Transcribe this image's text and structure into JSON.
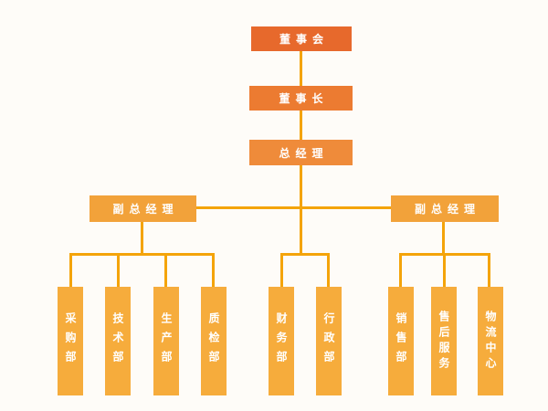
{
  "org_chart": {
    "nodes": {
      "board": "董事会",
      "chairman": "董事长",
      "general_manager": "总经理",
      "deputy_left": "副总经理",
      "deputy_right": "副总经理"
    },
    "departments": {
      "left": [
        "采购部",
        "技术部",
        "生产部",
        "质检部"
      ],
      "middle": [
        "财务部",
        "行政部"
      ],
      "right": [
        "销售部",
        "售后服务",
        "物流中心"
      ]
    }
  },
  "colors": {
    "level1": "#E7692C",
    "level2": "#EC7B31",
    "level3": "#EF8B3A",
    "level4": "#F2A23A",
    "level5": "#F6AC3C",
    "line": "#F4A40A",
    "text": "#FFFFFF",
    "background": "#FEFCF8"
  }
}
